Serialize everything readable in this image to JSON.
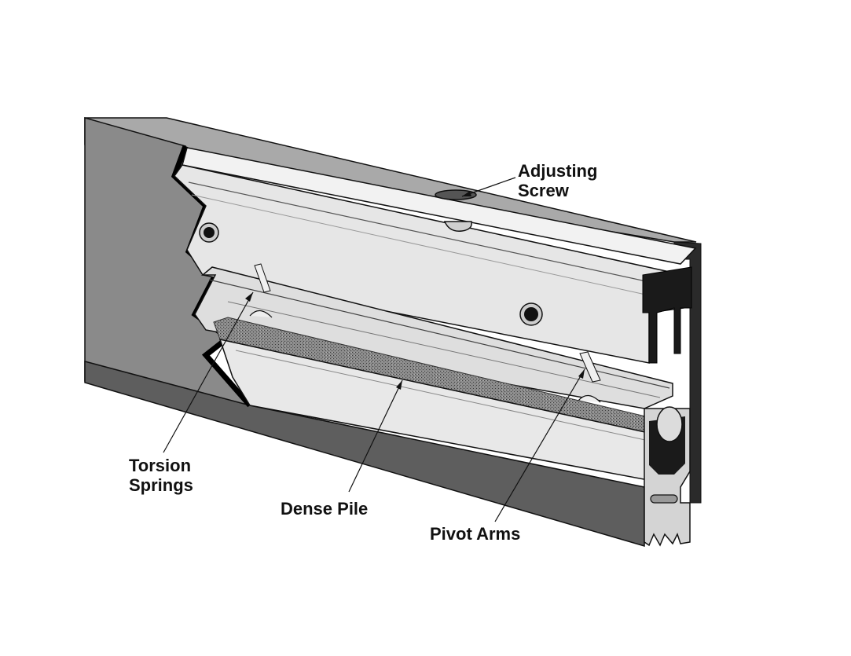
{
  "labels": {
    "adjusting_screw": [
      "Adjusting",
      "Screw"
    ],
    "torsion_springs": [
      "Torsion",
      "Springs"
    ],
    "dense_pile": "Dense Pile",
    "pivot_arms": "Pivot Arms"
  },
  "colors": {
    "door_face": "#8a8a8a",
    "door_top": "#a9a9a9",
    "door_bottom": "#5e5e5e",
    "housing": "#e6e6e6",
    "outline": "#111111",
    "pile": "#7a7a7a"
  }
}
